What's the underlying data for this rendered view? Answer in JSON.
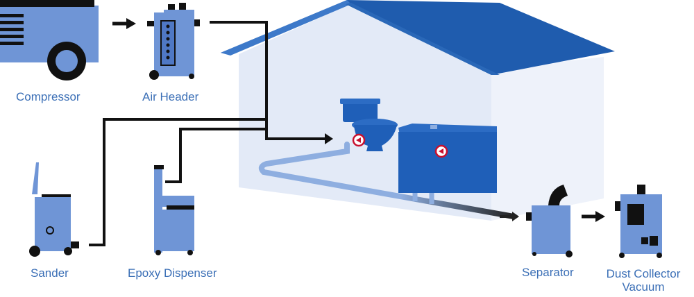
{
  "labels": {
    "compressor": "Compressor",
    "air_header": "Air Header",
    "sander": "Sander",
    "epoxy_dispenser": "Epoxy Dispenser",
    "separator": "Separator",
    "dust_collector_line1": "Dust Collector",
    "dust_collector_line2": "Vacuum"
  },
  "colors": {
    "equipment_blue": "#6f95d6",
    "equipment_dark": "#4f78c4",
    "house_wall": "#e3eaf7",
    "house_side": "#eef2fa",
    "roof": "#1f5cae",
    "roof_edge": "#3d79c9",
    "fixture_blue": "#1f5fb8",
    "pipe_light": "#8eaee0",
    "line_black": "#111111",
    "valve_red": "#c8102e",
    "label_blue": "#3b6fb6"
  }
}
